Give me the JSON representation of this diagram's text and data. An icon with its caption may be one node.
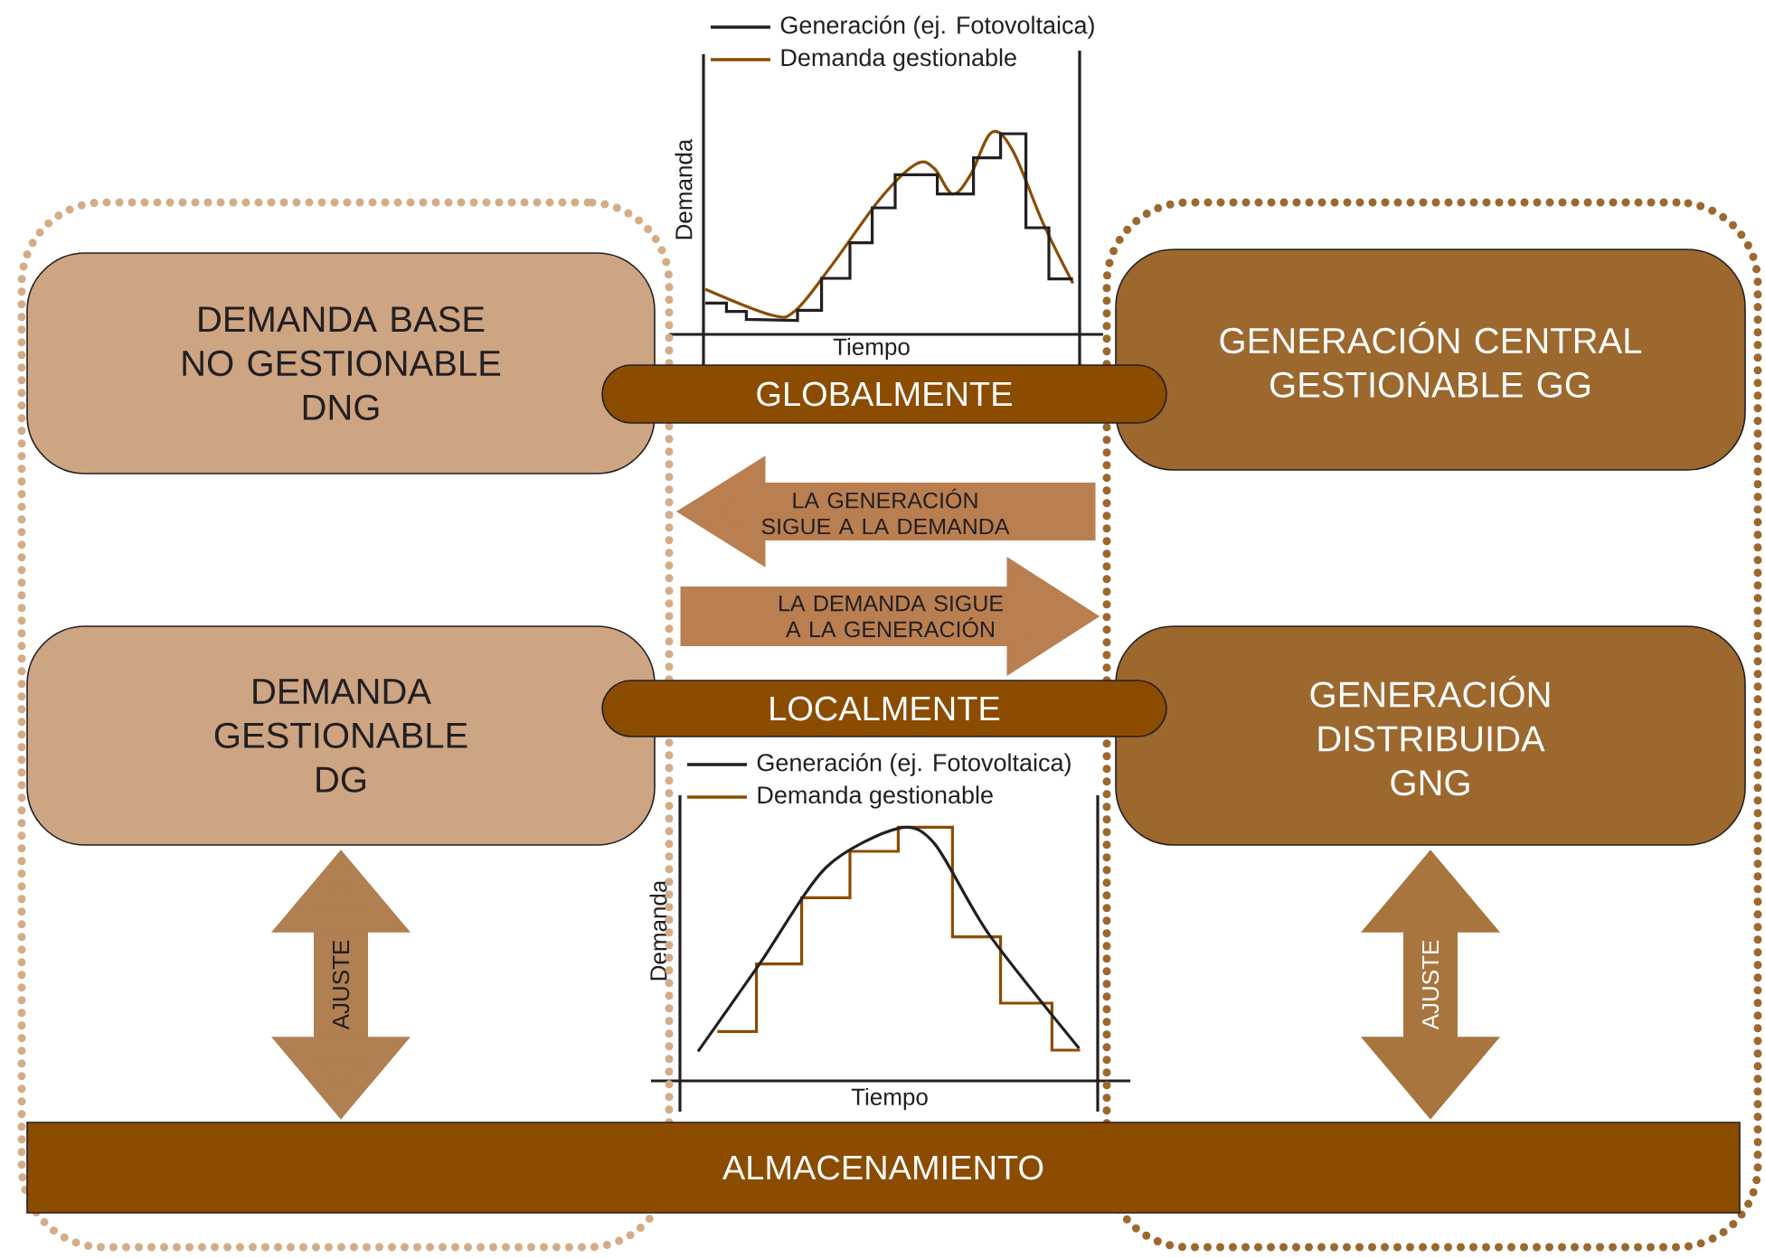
{
  "diagram": {
    "nodes": [
      {
        "text": [],
        "shape": "box"
      },
      {
        "text": [
          "DEMANDA BASE NO GESTIONABLE DNG"
        ],
        "in": 0
      },
      {
        "text": [],
        "shape": "box"
      },
      {
        "text": [
          "GENERACIÓN CENTRAL GESTIONABLE GG"
        ],
        "in": 2
      },
      {
        "text": [
          "GLOBALMENTE"
        ]
      },
      {
        "text": [
          "DEMANDA GESTIONABLE DG"
        ],
        "in": 0
      },
      {
        "text": [
          "GENERACIÓN DISTRIBUIDA GNG"
        ],
        "in": 2
      },
      {
        "text": [
          "LOCALMENTE"
        ]
      },
      {
        "text": [
          "ALMACENAMIENTO"
        ]
      }
    ],
    "edges": [
      {
        "from": 2,
        "to": 0,
        "arrow": "to",
        "label": "LA GENERACIÓN SIGUE A LA DEMANDA"
      },
      {
        "from": 0,
        "to": 2,
        "arrow": "to",
        "label": "LA DEMANDA SIGUE A LA GENERACIÓN"
      },
      {
        "from": 5,
        "to": 8,
        "arrow": "both",
        "label": "AJUSTE"
      },
      {
        "from": 6,
        "to": 8,
        "arrow": "both",
        "label": "AJUSTE"
      }
    ],
    "labels": [
      "Demanda",
      "Tiempo",
      "Demanda",
      "Tiempo"
    ],
    "legend": [
      {
        "text": "Generación (ej. Fotovoltaica)"
      },
      {
        "text": "Demanda gestionable"
      },
      {
        "text": "Generación (ej. Fotovoltaica)"
      },
      {
        "text": "Demanda gestionable"
      }
    ]
  }
}
